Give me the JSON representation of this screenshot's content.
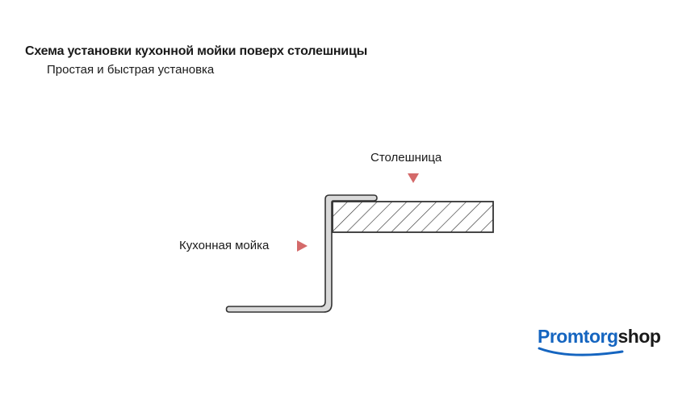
{
  "header": {
    "title": "Схема установки кухонной мойки поверх столешницы",
    "subtitle": "Простая и быстрая установка"
  },
  "diagram": {
    "countertop_label": "Столешница",
    "sink_label": "Кухонная мойка",
    "colors": {
      "marker": "#d46a6a",
      "outline": "#333333",
      "sink_fill": "#d9d9d9"
    }
  },
  "logo": {
    "brand_part1": "Promtorg",
    "brand_part2": "shop",
    "colors": {
      "primary": "#1565c0",
      "secondary": "#1a1a1a"
    }
  }
}
